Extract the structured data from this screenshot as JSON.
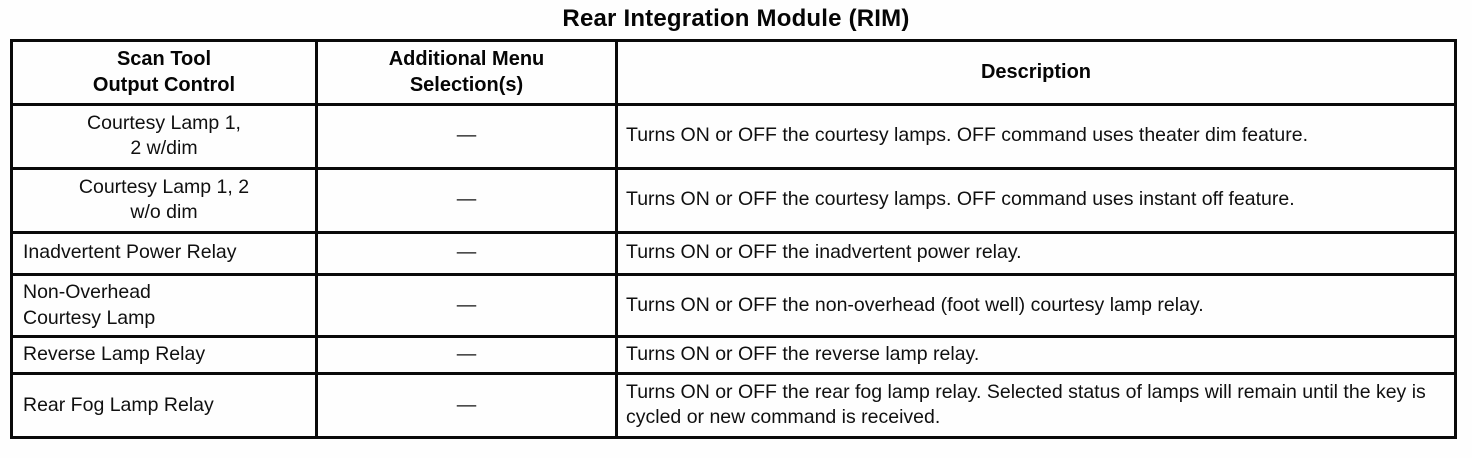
{
  "title": "Rear Integration Module (RIM)",
  "table": {
    "headers": [
      "Scan Tool\nOutput Control",
      "Additional Menu\nSelection(s)",
      "Description"
    ],
    "rows": [
      {
        "control": "Courtesy Lamp 1,\n2 w/dim",
        "menu": "—",
        "description": "Turns ON or OFF the courtesy lamps. OFF command uses theater dim feature."
      },
      {
        "control": "Courtesy Lamp 1, 2\nw/o dim",
        "menu": "—",
        "description": "Turns ON or OFF the courtesy lamps. OFF command uses instant off feature."
      },
      {
        "control": "Inadvertent Power Relay",
        "menu": "—",
        "description": "Turns ON or OFF the inadvertent power relay."
      },
      {
        "control": "Non-Overhead\nCourtesy Lamp",
        "menu": "—",
        "description": "Turns ON or OFF the non-overhead (foot well) courtesy lamp relay."
      },
      {
        "control": "Reverse Lamp Relay",
        "menu": "—",
        "description": "Turns ON or OFF the reverse lamp relay."
      },
      {
        "control": "Rear Fog Lamp Relay",
        "menu": "—",
        "description": "Turns ON or OFF the rear fog lamp relay. Selected status of lamps will remain until the key is cycled or new command is received."
      }
    ]
  }
}
